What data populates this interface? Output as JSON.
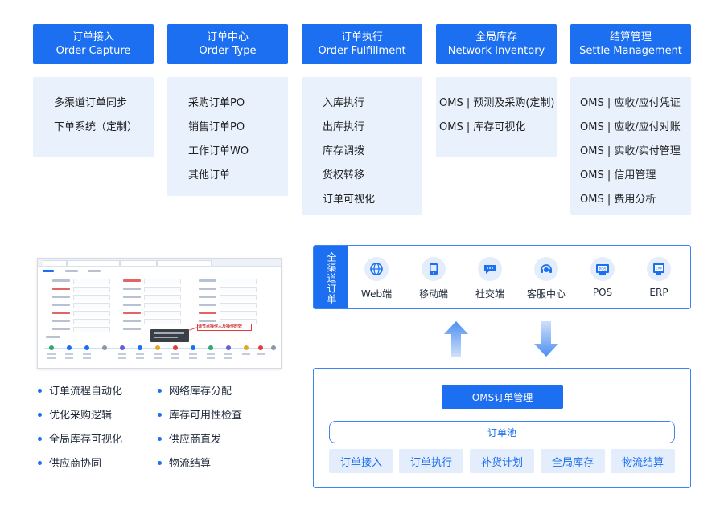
{
  "columns": [
    {
      "title_cn": "订单接入",
      "title_en": "Order Capture",
      "items": [
        "多渠道订单同步",
        "下单系统（定制）"
      ]
    },
    {
      "title_cn": "订单中心",
      "title_en": "Order Type",
      "items": [
        "采购订单PO",
        "销售订单PO",
        "工作订单WO",
        "其他订单"
      ]
    },
    {
      "title_cn": "订单执行",
      "title_en": "Order Fulfillment",
      "items": [
        "入库执行",
        "出库执行",
        "库存调拨",
        "货权转移",
        "订单可视化"
      ]
    },
    {
      "title_cn": "全局库存",
      "title_en": "Network Inventory",
      "items": [
        "OMS | 预测及采购(定制)",
        "OMS | 库存可视化"
      ]
    },
    {
      "title_cn": "结算管理",
      "title_en": "Settle Management",
      "items": [
        "OMS | 应收/应付凭证",
        "OMS | 应收/应付对账",
        "OMS | 实收/实付管理",
        "OMS | 信用管理",
        "OMS | 费用分析"
      ]
    }
  ],
  "screenshot": {
    "annotation": "请节点操作人及操作时效"
  },
  "features": {
    "left": [
      "订单流程自动化",
      "优化采购逻辑",
      "全局库存可视化",
      "供应商协同"
    ],
    "right": [
      "网络库存分配",
      "库存可用性检查",
      "供应商直发",
      "物流结算"
    ]
  },
  "channels": {
    "title": "全渠道订单",
    "items": [
      {
        "label": "Web端",
        "icon": "web-globe-icon"
      },
      {
        "label": "移动端",
        "icon": "mobile-icon"
      },
      {
        "label": "社交端",
        "icon": "chat-bubble-icon"
      },
      {
        "label": "客服中心",
        "icon": "customer-service-icon"
      },
      {
        "label": "POS",
        "icon": "pos-terminal-icon",
        "icon_text": "POS"
      },
      {
        "label": "ERP",
        "icon": "erp-icon",
        "icon_text": "ERP"
      }
    ]
  },
  "oms": {
    "title": "OMS订单管理",
    "pool": "订单池",
    "modules": [
      "订单接入",
      "订单执行",
      "补货计划",
      "全局库存",
      "物流结算"
    ]
  },
  "colors": {
    "primary": "#1b6ff0",
    "light": "#e9f1fd",
    "chip": "#e3edfb",
    "arrow": "#5a98f2"
  }
}
